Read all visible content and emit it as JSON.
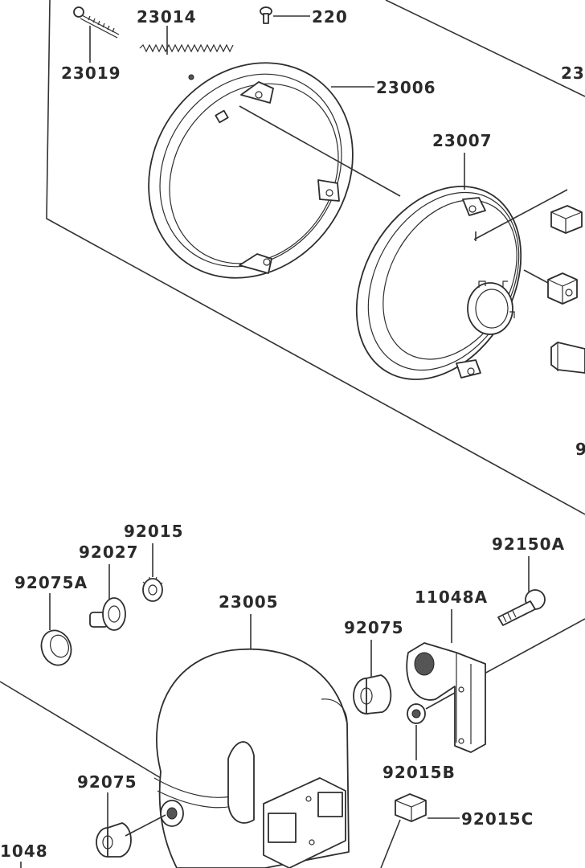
{
  "labels": {
    "p23019": "23019",
    "p23014": "23014",
    "p220": "220",
    "p23_partial": "23",
    "p23006": "23006",
    "p23007": "23007",
    "p9_partial": "9",
    "p92015_top": "92015",
    "p92027": "92027",
    "p92075A": "92075A",
    "p92150A": "92150A",
    "p23005": "23005",
    "p11048A": "11048A",
    "p92075_right": "92075",
    "p92015B": "92015B",
    "p92075_bottom": "92075",
    "p92015C": "92015C",
    "p1048_partial": "1048"
  }
}
